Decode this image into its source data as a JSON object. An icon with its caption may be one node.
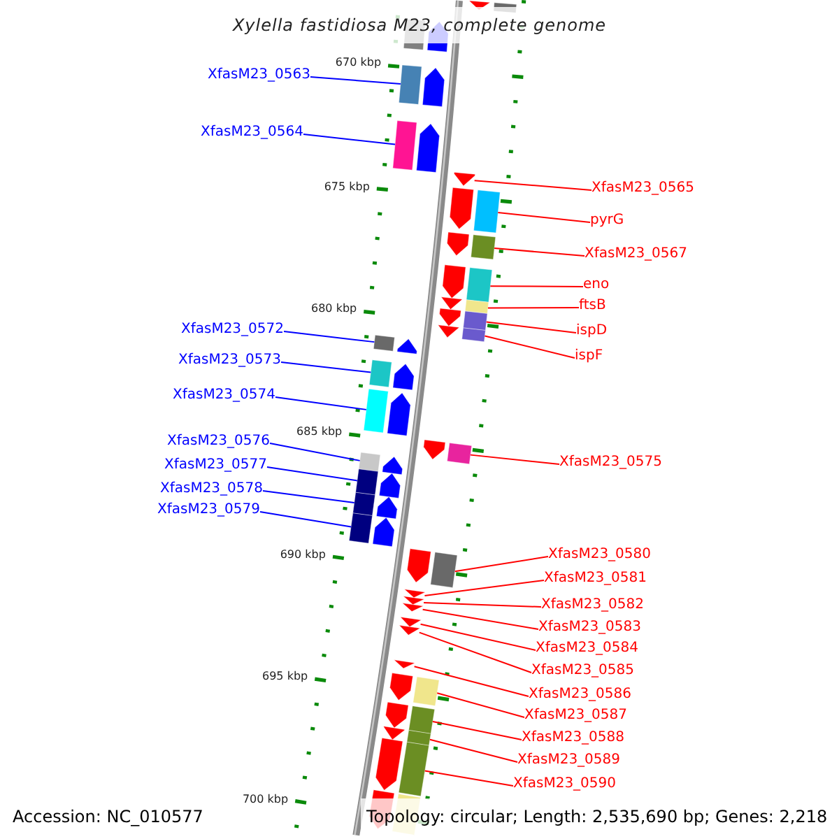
{
  "diagram": {
    "title": "Xylella fastidiosa M23, complete genome",
    "nodes": [
      {
        "text": [
          "XfasM23_0563"
        ]
      },
      {
        "text": [
          "XfasM23_0564"
        ]
      },
      {
        "text": [
          "XfasM23_0572"
        ]
      },
      {
        "text": [
          "XfasM23_0573"
        ]
      },
      {
        "text": [
          "XfasM23_0574"
        ]
      },
      {
        "text": [
          "XfasM23_0576"
        ]
      },
      {
        "text": [
          "XfasM23_0577"
        ]
      },
      {
        "text": [
          "XfasM23_0578"
        ]
      },
      {
        "text": [
          "XfasM23_0579"
        ]
      },
      {
        "text": [
          "XfasM23_0565"
        ]
      },
      {
        "text": [
          "pyrG"
        ]
      },
      {
        "text": [
          "XfasM23_0567"
        ]
      },
      {
        "text": [
          "eno"
        ]
      },
      {
        "text": [
          "ftsB"
        ]
      },
      {
        "text": [
          "ispD"
        ]
      },
      {
        "text": [
          "ispF"
        ]
      },
      {
        "text": [
          "XfasM23_0575"
        ]
      },
      {
        "text": [
          "XfasM23_0580"
        ]
      },
      {
        "text": [
          "XfasM23_0581"
        ]
      },
      {
        "text": [
          "XfasM23_0582"
        ]
      },
      {
        "text": [
          "XfasM23_0583"
        ]
      },
      {
        "text": [
          "XfasM23_0584"
        ]
      },
      {
        "text": [
          "XfasM23_0585"
        ]
      },
      {
        "text": [
          "XfasM23_0586"
        ]
      },
      {
        "text": [
          "XfasM23_0587"
        ]
      },
      {
        "text": [
          "XfasM23_0588"
        ]
      },
      {
        "text": [
          "XfasM23_0589"
        ]
      },
      {
        "text": [
          "XfasM23_0590"
        ]
      },
      {
        "text": [],
        "shape": "arrow"
      },
      {
        "text": [],
        "shape": "arrow"
      },
      {
        "text": [],
        "shape": "arrow"
      },
      {
        "text": [],
        "shape": "arrow"
      },
      {
        "text": [],
        "shape": "arrow"
      },
      {
        "text": [],
        "shape": "arrow"
      },
      {
        "text": [],
        "shape": "arrow"
      },
      {
        "text": [],
        "shape": "arrow"
      },
      {
        "text": [],
        "shape": "arrow"
      },
      {
        "text": [],
        "shape": "arrow"
      },
      {
        "text": [],
        "shape": "arrow"
      },
      {
        "text": [],
        "shape": "arrow"
      },
      {
        "text": [],
        "shape": "arrow"
      },
      {
        "text": [],
        "shape": "arrow"
      },
      {
        "text": [],
        "shape": "arrow"
      },
      {
        "text": [],
        "shape": "arrow"
      },
      {
        "text": [],
        "shape": "arrow"
      },
      {
        "text": [],
        "shape": "arrow"
      },
      {
        "text": [],
        "shape": "arrow"
      },
      {
        "text": [],
        "shape": "arrow"
      },
      {
        "text": [],
        "shape": "arrow"
      },
      {
        "text": [],
        "shape": "arrow"
      },
      {
        "text": [],
        "shape": "arrow"
      },
      {
        "text": [],
        "shape": "arrow"
      },
      {
        "text": [],
        "shape": "arrow"
      },
      {
        "text": [],
        "shape": "arrow"
      },
      {
        "text": [],
        "shape": "arrow"
      },
      {
        "text": [],
        "shape": "arrow"
      }
    ],
    "edges": [
      {
        "from": 0,
        "to": 28,
        "arrow": "none",
        "color": "#0000ff"
      },
      {
        "from": 1,
        "to": 29,
        "arrow": "none",
        "color": "#0000ff"
      },
      {
        "from": 2,
        "to": 37,
        "arrow": "none",
        "color": "#0000ff"
      },
      {
        "from": 3,
        "to": 38,
        "arrow": "none",
        "color": "#0000ff"
      },
      {
        "from": 4,
        "to": 39,
        "arrow": "none",
        "color": "#0000ff"
      },
      {
        "from": 5,
        "to": 41,
        "arrow": "none",
        "color": "#0000ff"
      },
      {
        "from": 6,
        "to": 42,
        "arrow": "none",
        "color": "#0000ff"
      },
      {
        "from": 7,
        "to": 43,
        "arrow": "none",
        "color": "#0000ff"
      },
      {
        "from": 8,
        "to": 44,
        "arrow": "none",
        "color": "#0000ff"
      },
      {
        "from": 9,
        "to": 30,
        "arrow": "none"
      },
      {
        "from": 10,
        "to": 31,
        "arrow": "none"
      },
      {
        "from": 11,
        "to": 32,
        "arrow": "none"
      },
      {
        "from": 12,
        "to": 33,
        "arrow": "none"
      },
      {
        "from": 13,
        "to": 34,
        "arrow": "none"
      },
      {
        "from": 14,
        "to": 35,
        "arrow": "none"
      },
      {
        "from": 15,
        "to": 36,
        "arrow": "none"
      },
      {
        "from": 16,
        "to": 40,
        "arrow": "none"
      },
      {
        "from": 17,
        "to": 45,
        "arrow": "none"
      },
      {
        "from": 18,
        "to": 46,
        "arrow": "none"
      },
      {
        "from": 19,
        "to": 47,
        "arrow": "none"
      },
      {
        "from": 20,
        "to": 48,
        "arrow": "none"
      },
      {
        "from": 21,
        "to": 49,
        "arrow": "none"
      },
      {
        "from": 22,
        "to": 50,
        "arrow": "none"
      },
      {
        "from": 23,
        "to": 51,
        "arrow": "none"
      },
      {
        "from": 24,
        "to": 52,
        "arrow": "none"
      },
      {
        "from": 25,
        "to": 53,
        "arrow": "none"
      },
      {
        "from": 26,
        "to": 54,
        "arrow": "none"
      },
      {
        "from": 27,
        "to": 55,
        "arrow": "none"
      }
    ],
    "labels": [
      "670 kbp",
      "675 kbp",
      "680 kbp",
      "685 kbp",
      "690 kbp",
      "695 kbp",
      "700 kbp",
      "Accession: NC_010577",
      "Topology: circular; Length: 2,535,690 bp; Genes: 2,218"
    ]
  }
}
